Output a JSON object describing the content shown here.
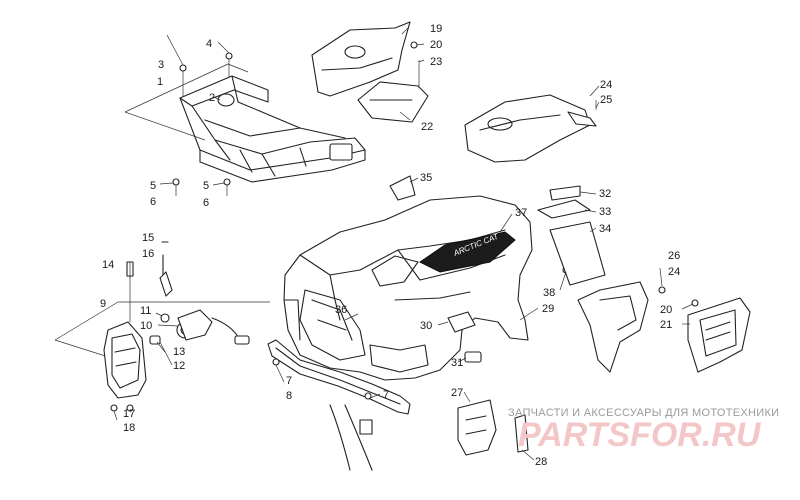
{
  "labels": [
    "1",
    "2",
    "3",
    "4",
    "5",
    "6",
    "5",
    "6",
    "7",
    "8",
    "7",
    "9",
    "10",
    "11",
    "12",
    "13",
    "14",
    "15",
    "16",
    "17",
    "18",
    "19",
    "20",
    "22",
    "23",
    "24",
    "25",
    "26",
    "24",
    "20",
    "21",
    "27",
    "28",
    "29",
    "30",
    "31",
    "32",
    "33",
    "34",
    "35",
    "36",
    "37",
    "38"
  ],
  "watermark": {
    "caption": "ЗАПЧАСТИ И АКСЕССУАРЫ ДЛЯ МОТОТЕХНИКИ",
    "logo": "PARTSFOR.RU"
  },
  "colors": {
    "ink": "#222222",
    "watermark_logo": "#f3c7c7",
    "watermark_text": "#9a9a9a"
  }
}
